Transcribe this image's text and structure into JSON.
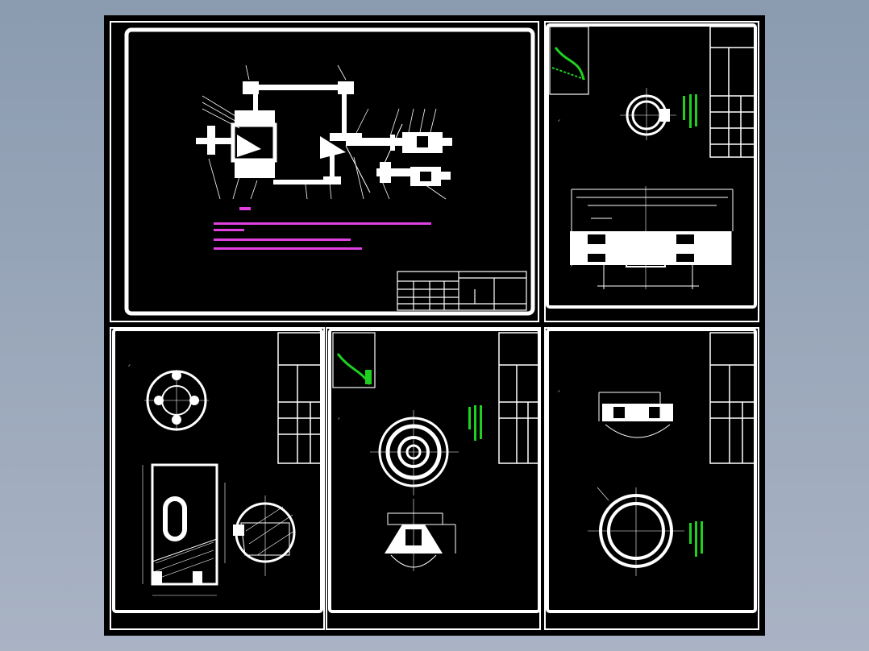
{
  "viewer": {
    "background": "#95a3b8",
    "canvas_color": "#000000",
    "line_color": "#ffffff",
    "note_color": "#e040e0",
    "spec_color": "#20d020"
  },
  "sheets": [
    {
      "id": "transmission-scheme",
      "kind": "mechanism-diagram"
    },
    {
      "id": "gear-part",
      "kind": "part-drawing"
    },
    {
      "id": "fork-part",
      "kind": "part-drawing"
    },
    {
      "id": "bevel-gear-part",
      "kind": "part-drawing"
    },
    {
      "id": "ring-part",
      "kind": "part-drawing"
    }
  ],
  "roughness_marks": [
    "✓",
    "✓",
    "✓",
    "✓",
    "✓"
  ]
}
